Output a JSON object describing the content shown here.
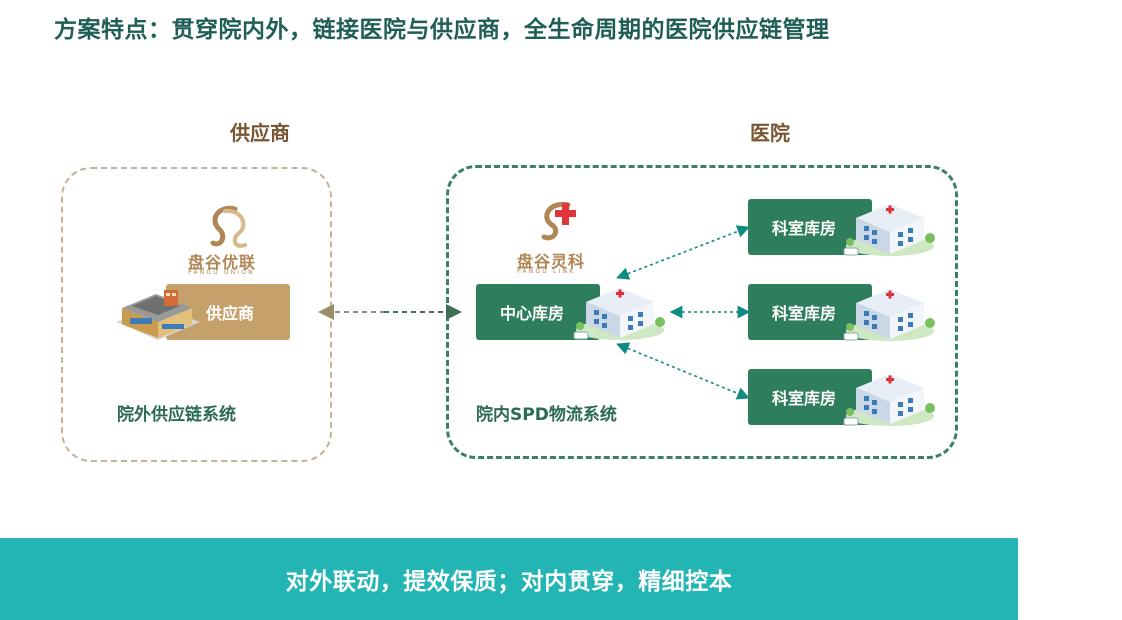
{
  "title": "方案特点：贯穿院内外，链接医院与供应商，全生命周期的医院供应链管理",
  "sections": {
    "supplier": "供应商",
    "hospital": "医院"
  },
  "supplier": {
    "logo_name": "盘谷优联",
    "logo_sub": "PANGU UNION",
    "node_label": "供应商",
    "system_label": "院外供应链系统"
  },
  "hospital": {
    "logo_name": "盘谷灵科",
    "logo_sub": "PANGU LINK",
    "center_label": "中心库房",
    "dept_labels": [
      "科室库房",
      "科室库房",
      "科室库房"
    ],
    "system_label": "院内SPD物流系统"
  },
  "bottom_banner": "对外联动，提效保质；对内贯穿，精细控本",
  "colors": {
    "title": "#1f5e55",
    "section_label": "#7a5533",
    "green_node": "#2e7d5c",
    "gold_node": "#c4a06a",
    "teal_arrow": "#0f8c82",
    "banner": "#22b5b4"
  }
}
